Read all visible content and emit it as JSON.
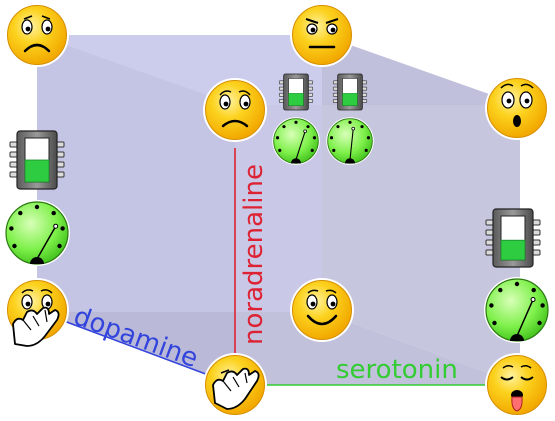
{
  "axes": {
    "dopamine": {
      "label": "dopamine",
      "color": "#3344dd"
    },
    "noradrenaline": {
      "label": "noradrenaline",
      "color": "#dd2233"
    },
    "serotonin": {
      "label": "serotonin",
      "color": "#33cc33"
    }
  },
  "colors": {
    "cube_back": "#c6c6e6",
    "cube_right": "#bdbdd8",
    "cube_top": "#cdcdec",
    "cube_floor": "#b3b3d4",
    "face_fill": "#fccc1e",
    "face_outline": "#ffffff",
    "chip_level": "#2ecc40",
    "gauge_fill": "#7ef04a"
  },
  "faces": [
    {
      "id": "top-left",
      "expression": "sad-face-icon"
    },
    {
      "id": "top-center",
      "expression": "annoyed-face-icon"
    },
    {
      "id": "inner-back",
      "expression": "worried-face-icon"
    },
    {
      "id": "top-right",
      "expression": "surprised-face-icon"
    },
    {
      "id": "left-bottom",
      "expression": "yawning-hand-face-icon"
    },
    {
      "id": "inner-center",
      "expression": "smiling-face-icon"
    },
    {
      "id": "origin",
      "expression": "waving-hand-face-icon"
    },
    {
      "id": "bottom-right",
      "expression": "sleepy-tongue-face-icon"
    }
  ],
  "indicators": [
    {
      "id": "left",
      "chip_level": 0.5,
      "gauge_level": 0.75
    },
    {
      "id": "center-a",
      "chip_level": 0.45,
      "gauge_level": 0.65
    },
    {
      "id": "center-b",
      "chip_level": 0.45,
      "gauge_level": 0.55
    },
    {
      "id": "right",
      "chip_level": 0.45,
      "gauge_level": 0.7
    }
  ]
}
